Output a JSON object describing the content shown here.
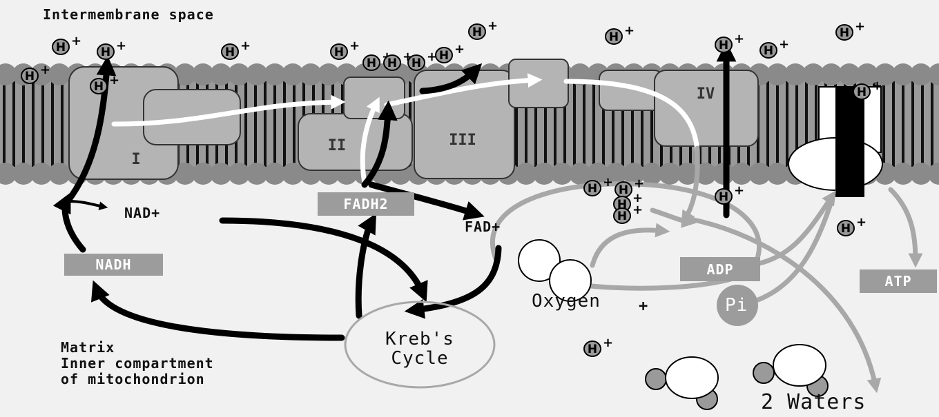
{
  "labels": {
    "intermembrane_space": "Intermembrane space",
    "matrix_line1": "Matrix",
    "matrix_line2": "Inner compartment",
    "matrix_line3": "of mitochondrion",
    "nad_plus": "NAD+",
    "nadh": "NADH",
    "fadh2": "FADH2",
    "fad_plus": "FAD+",
    "oxygen": "Oxygen",
    "oxygen_plus": "+",
    "krebs_line1": "Kreb's",
    "krebs_line2": "Cycle",
    "adp": "ADP",
    "atp": "ATP",
    "pi": "Pi",
    "two_waters": "2 Waters"
  },
  "complexes": {
    "complex_1": "I",
    "complex_2": "II",
    "complex_3": "III",
    "complex_4": "IV"
  },
  "proton": {
    "letter": "H",
    "charge": "+"
  },
  "colors": {
    "background": "#f1f1f1",
    "membrane_head": "#8a8a8a",
    "protein": "#b4b4b4",
    "arrow_dark": "#000000",
    "arrow_gray": "#a8a8a8",
    "arrow_white": "#ffffff",
    "label_box": "#9c9c9c"
  }
}
